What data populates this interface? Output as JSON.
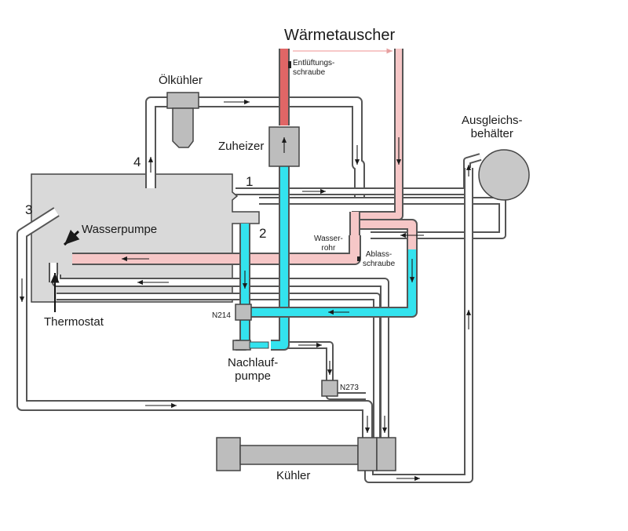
{
  "labels": {
    "waermetauscher": "Wärmetauscher",
    "entlueftungsschraube": "Entlüftungs-\nschraube",
    "oelkuehler": "Ölkühler",
    "zuheizer": "Zuheizer",
    "ausgleichsbehaelter": "Ausgleichs-\nbehälter",
    "wasserpumpe": "Wasserpumpe",
    "thermostat": "Thermostat",
    "wasserrohr": "Wasser-\nrohr",
    "ablassschraube": "Ablass-\nschraube",
    "n214": "N214",
    "n273": "N273",
    "nachlaufpumpe": "Nachlauf-\npumpe",
    "kuehler": "Kühler",
    "num1": "1",
    "num2": "2",
    "num3": "3",
    "num4": "4"
  },
  "colors": {
    "engine_block": "#d9d9d9",
    "component": "#bdbdbd",
    "pipe_outline": "#555555",
    "pipe_white": "#ffffff",
    "pipe_pink": "#f6c7c7",
    "pipe_red": "#e06666",
    "pipe_cyan": "#33e3ee",
    "arrow": "#1a1a1a"
  }
}
